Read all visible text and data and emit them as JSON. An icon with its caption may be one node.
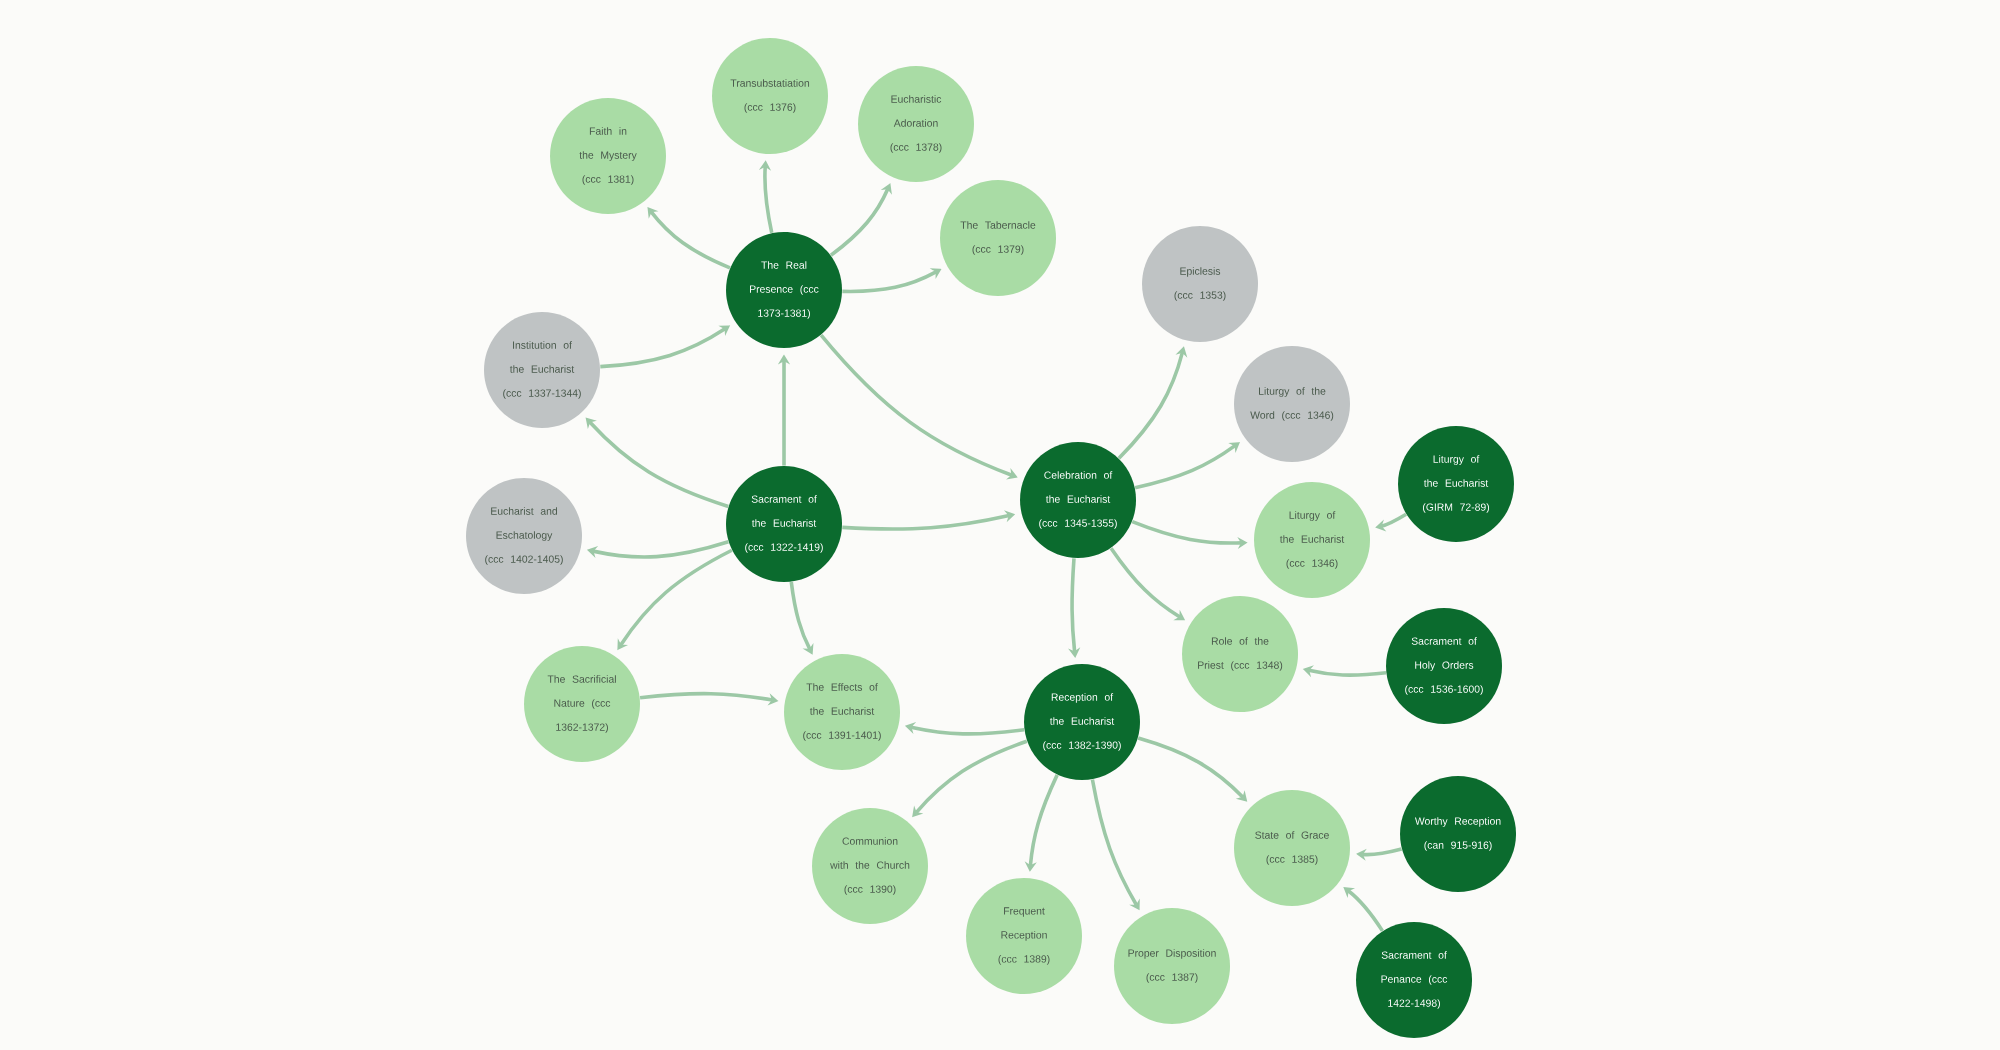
{
  "diagram": {
    "nodes": [
      {
        "text": [
          "Sacrament of the Eucharist (ccc 1322-1419)"
        ]
      },
      {
        "text": [
          "The Real Presence (ccc 1373-1381)"
        ]
      },
      {
        "text": [
          "Faith in the Mystery (ccc 1381)"
        ]
      },
      {
        "text": [
          "Transubstatiation (ccc 1376)"
        ]
      },
      {
        "text": [
          "Eucharistic Adoration (ccc 1378)"
        ]
      },
      {
        "text": [
          "The Tabernacle (ccc 1379)"
        ]
      },
      {
        "text": [
          "Institution of the Eucharist (ccc 1337-1344)"
        ]
      },
      {
        "text": [
          "Eucharist and Eschatology (ccc 1402-1405)"
        ]
      },
      {
        "text": [
          "The Sacrificial Nature (ccc 1362-1372)"
        ]
      },
      {
        "text": [
          "The Effects of the Eucharist (ccc 1391-1401)"
        ]
      },
      {
        "text": [
          "Celebration of the Eucharist (ccc 1345-1355)"
        ]
      },
      {
        "text": [
          "Epiclesis (ccc 1353)"
        ]
      },
      {
        "text": [
          "Liturgy of the Word (ccc 1346)"
        ]
      },
      {
        "text": [
          "Liturgy of the Eucharist (ccc 1346)"
        ]
      },
      {
        "text": [
          "Liturgy of the Eucharist (GIRM 72-89)"
        ]
      },
      {
        "text": [
          "Role of the Priest (ccc 1348)"
        ]
      },
      {
        "text": [
          "Sacrament of Holy Orders (ccc 1536-1600)"
        ]
      },
      {
        "text": [
          "Reception of the Eucharist (ccc 1382-1390)"
        ]
      },
      {
        "text": [
          "Communion with the Church (ccc 1390)"
        ]
      },
      {
        "text": [
          "Frequent Reception (ccc 1389)"
        ]
      },
      {
        "text": [
          "Proper Disposition (ccc 1387)"
        ]
      },
      {
        "text": [
          "State of Grace (ccc 1385)"
        ]
      },
      {
        "text": [
          "Worthy Reception (can 915-916)"
        ]
      },
      {
        "text": [
          "Sacrament of Penance (ccc 1422-1498)"
        ]
      }
    ],
    "edges": [
      {
        "from": 0,
        "to": 1,
        "arrow": "to"
      },
      {
        "from": 6,
        "to": 1,
        "arrow": "to"
      },
      {
        "from": 1,
        "to": 2,
        "arrow": "to"
      },
      {
        "from": 1,
        "to": 3,
        "arrow": "to"
      },
      {
        "from": 1,
        "to": 4,
        "arrow": "to"
      },
      {
        "from": 1,
        "to": 5,
        "arrow": "to"
      },
      {
        "from": 1,
        "to": 10,
        "arrow": "to"
      },
      {
        "from": 0,
        "to": 6,
        "arrow": "to"
      },
      {
        "from": 0,
        "to": 7,
        "arrow": "to"
      },
      {
        "from": 0,
        "to": 8,
        "arrow": "to"
      },
      {
        "from": 0,
        "to": 9,
        "arrow": "to"
      },
      {
        "from": 0,
        "to": 10,
        "arrow": "to"
      },
      {
        "from": 8,
        "to": 9,
        "arrow": "to"
      },
      {
        "from": 10,
        "to": 11,
        "arrow": "to"
      },
      {
        "from": 10,
        "to": 12,
        "arrow": "to"
      },
      {
        "from": 10,
        "to": 13,
        "arrow": "to"
      },
      {
        "from": 10,
        "to": 15,
        "arrow": "to"
      },
      {
        "from": 10,
        "to": 17,
        "arrow": "to"
      },
      {
        "from": 14,
        "to": 13,
        "arrow": "to"
      },
      {
        "from": 16,
        "to": 15,
        "arrow": "to"
      },
      {
        "from": 17,
        "to": 9,
        "arrow": "to"
      },
      {
        "from": 17,
        "to": 18,
        "arrow": "to"
      },
      {
        "from": 17,
        "to": 19,
        "arrow": "to"
      },
      {
        "from": 17,
        "to": 20,
        "arrow": "to"
      },
      {
        "from": 17,
        "to": 21,
        "arrow": "to"
      },
      {
        "from": 22,
        "to": 21,
        "arrow": "to"
      },
      {
        "from": 23,
        "to": 21,
        "arrow": "to"
      }
    ]
  }
}
